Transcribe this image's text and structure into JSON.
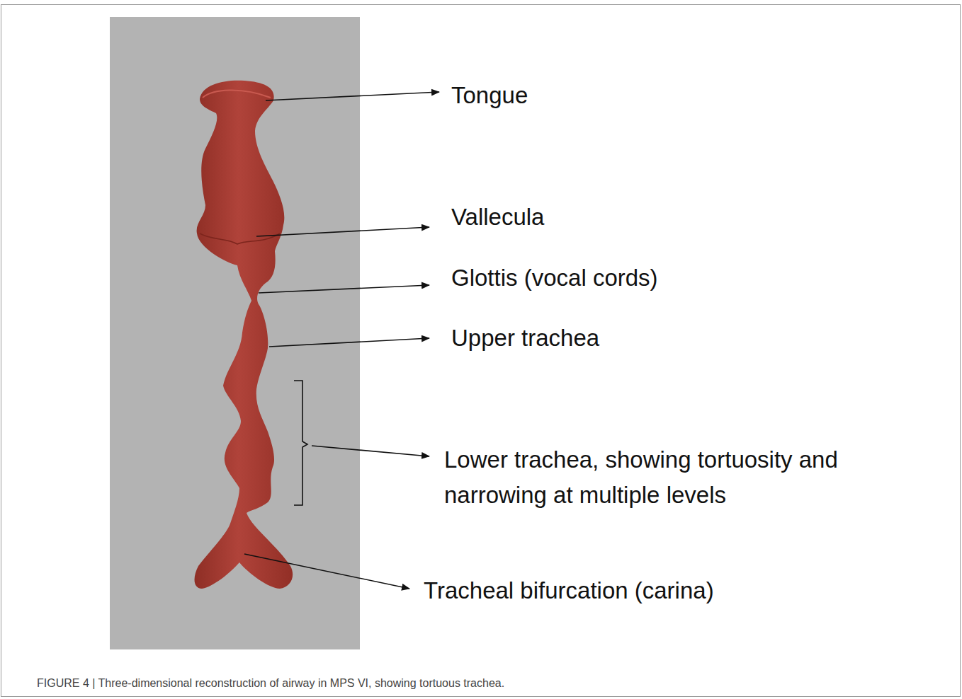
{
  "diagram": {
    "caption": "FIGURE 4 | Three-dimensional reconstruction of airway in MPS VI, showing tortuous trachea.",
    "labels": [
      "Tongue",
      "Vallecula",
      "Glottis (vocal cords)",
      "Upper trachea",
      "Lower trachea, showing tortuosity and narrowing at multiple levels",
      "Tracheal bifurcation (carina)"
    ]
  }
}
